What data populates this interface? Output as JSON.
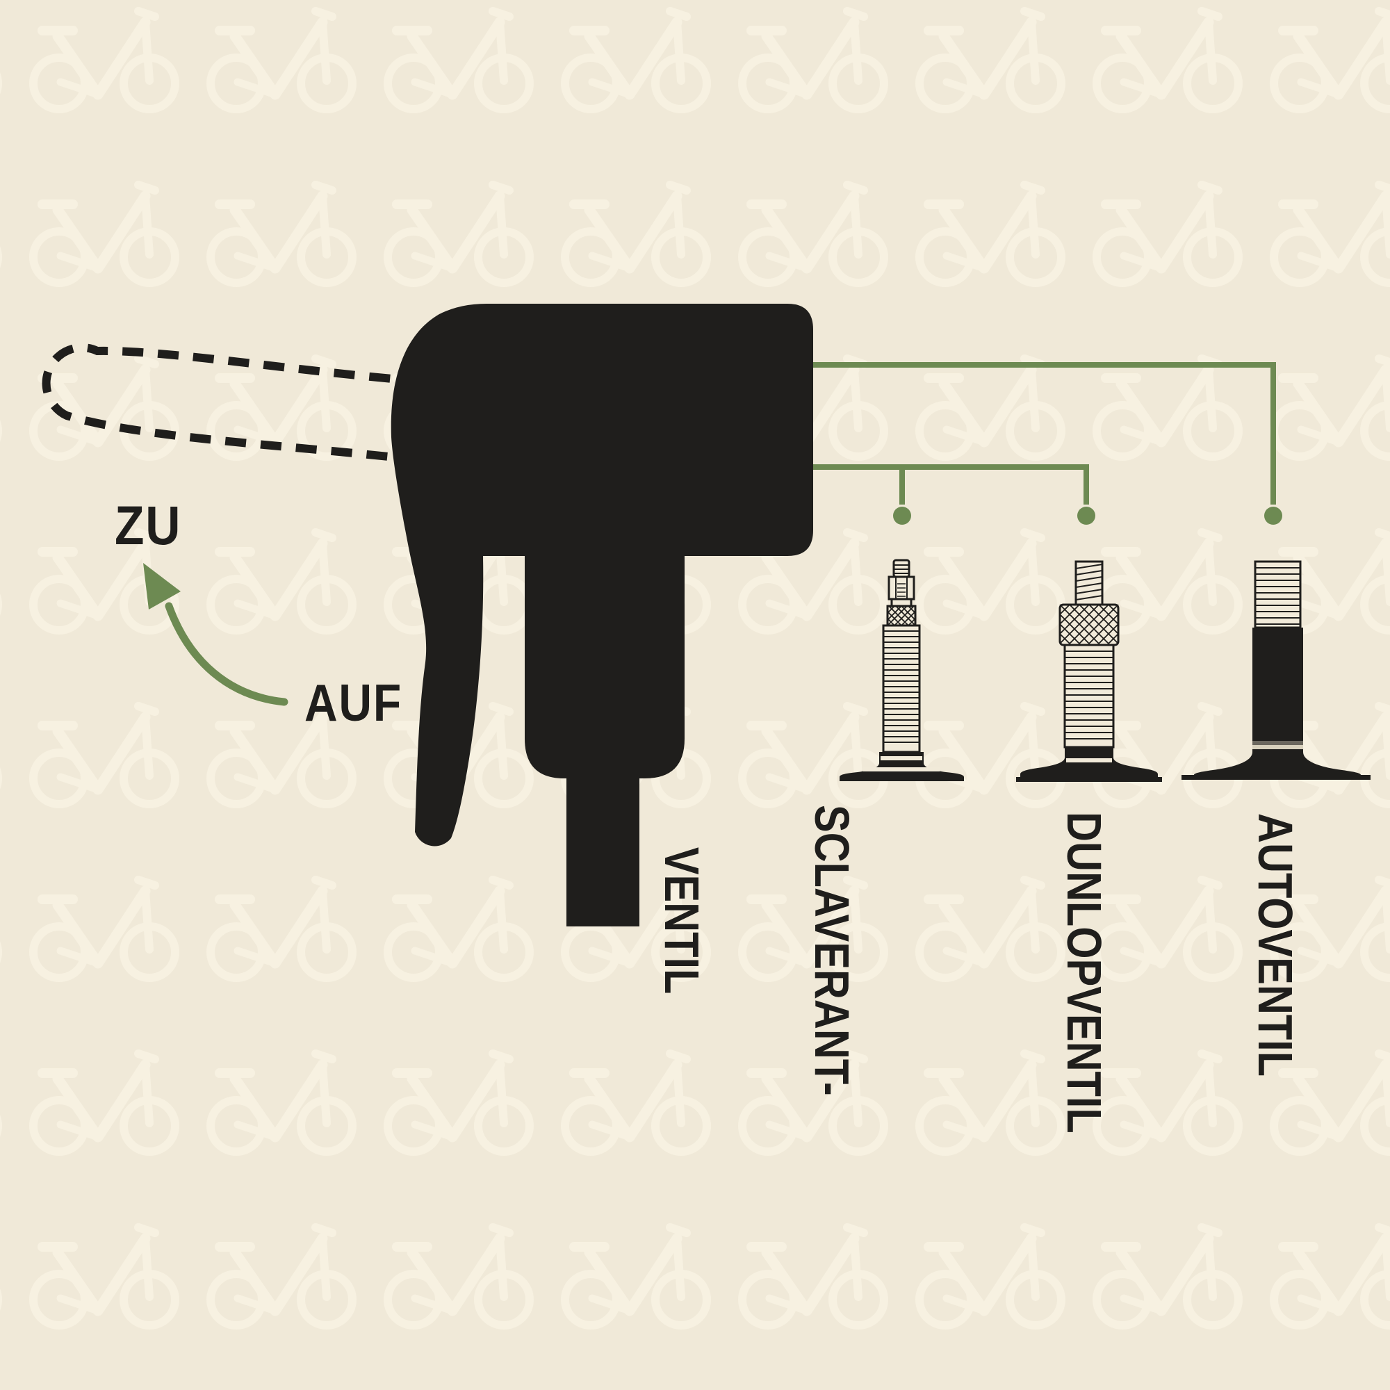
{
  "diagram_title": "pump-head-valve-compatibility-diagram",
  "lever": {
    "closed_label": "ZU",
    "open_label": "AUF"
  },
  "valves": [
    {
      "name": "sclaverand-valve",
      "label_line1": "SCLAVERANT-",
      "label_line2": "VENTIL"
    },
    {
      "name": "dunlop-valve",
      "label_line1": "DUNLOPVENTIL"
    },
    {
      "name": "auto-valve",
      "label_line1": "AUTOVENTIL"
    }
  ],
  "icons": {
    "pump_head": "pump-head-silhouette",
    "open_lever": "dashed-open-lever-outline",
    "direction_arrow": "curved-arrow-up-left",
    "watermark": "bicycle-pattern"
  },
  "colors": {
    "background": "#f0e9d8",
    "pattern": "#f7f1e1",
    "ink": "#1f1e1c",
    "accent_green": "#6d8a52"
  }
}
